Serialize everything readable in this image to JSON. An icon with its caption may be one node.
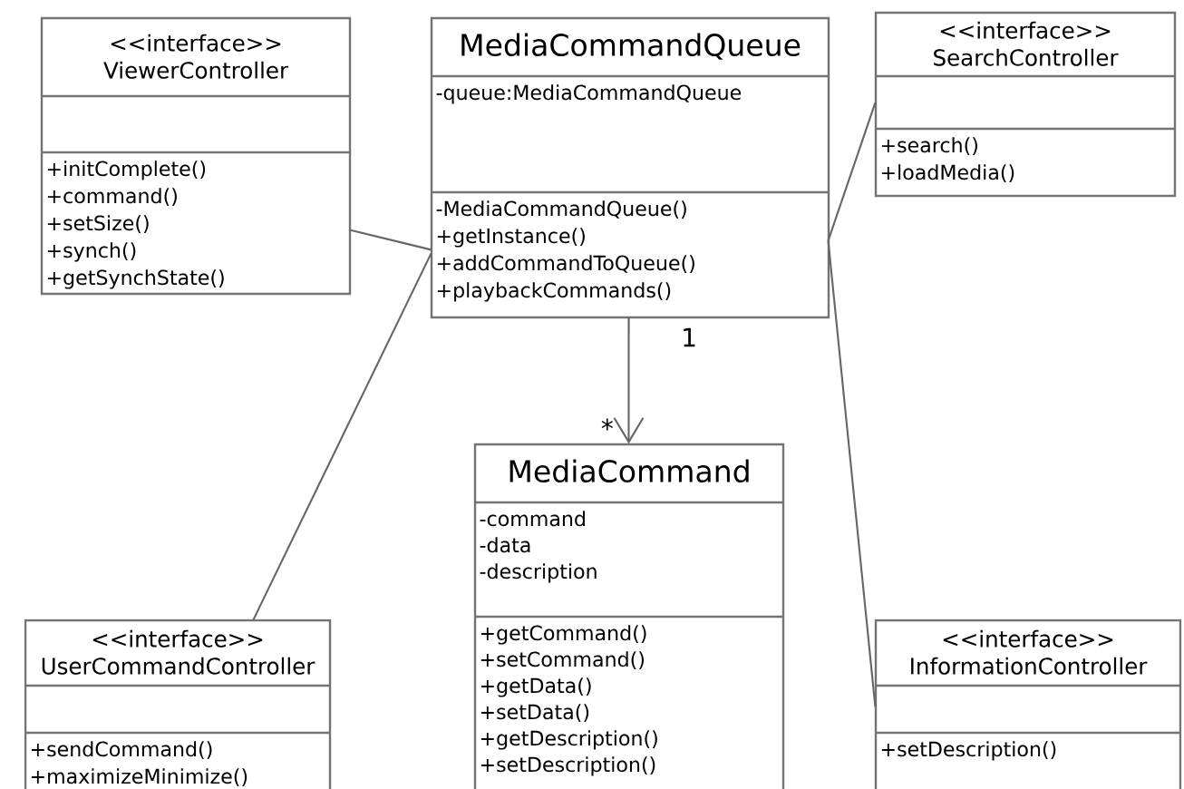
{
  "diagram": {
    "nodes": [
      {
        "text": [
          "<<interface>>",
          "ViewerController",
          "+initComplete()",
          "+command()",
          "+setSize()",
          "+synch()",
          "+getSynchState()"
        ]
      },
      {
        "text": [
          "MediaCommandQueue",
          "-queue:MediaCommandQueue",
          "-MediaCommandQueue()",
          "+getInstance()",
          "+addCommandToQueue()",
          "+playbackCommands()"
        ]
      },
      {
        "text": [
          "<<interface>>",
          "SearchController",
          "+search()",
          "+loadMedia()"
        ]
      },
      {
        "text": [
          "MediaCommand",
          "-command",
          "-data",
          "-description",
          "+getCommand()",
          "+setCommand()",
          "+getData()",
          "+setData()",
          "+getDescription()",
          "+setDescription()"
        ]
      },
      {
        "text": [
          "<<interface>>",
          "UserCommandController",
          "+sendCommand()",
          "+maximizeMinimize()"
        ]
      },
      {
        "text": [
          "<<interface>>",
          "InformationController",
          "+setDescription()"
        ]
      }
    ],
    "edges": [
      {
        "from": 0,
        "to": 1,
        "arrow": "none"
      },
      {
        "from": 4,
        "to": 1,
        "arrow": "none"
      },
      {
        "from": 2,
        "to": 1,
        "arrow": "none"
      },
      {
        "from": 1,
        "to": 5,
        "arrow": "none"
      },
      {
        "from": 1,
        "to": 3,
        "arrow": "to"
      }
    ],
    "labels": [
      "1",
      "*"
    ]
  }
}
